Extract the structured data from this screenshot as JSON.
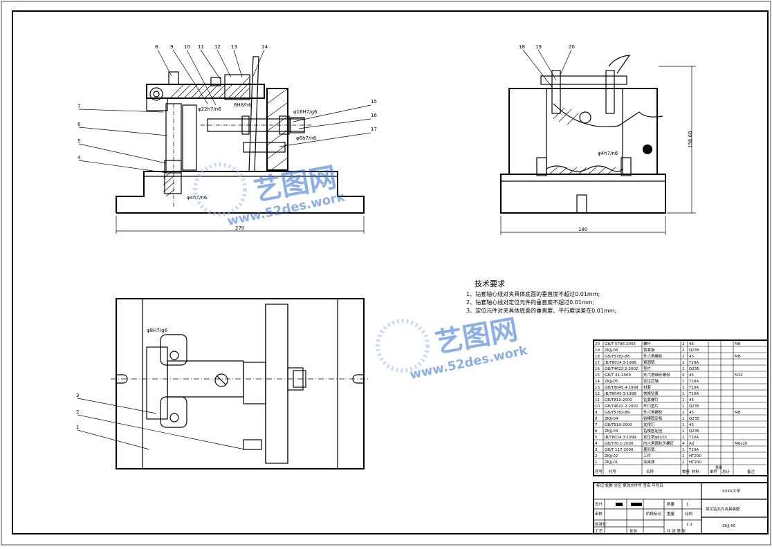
{
  "drawing": {
    "views": {
      "front": {
        "part_labels": [
          "8",
          "9",
          "10",
          "11",
          "12",
          "13",
          "14",
          "7",
          "6",
          "5",
          "4",
          "15",
          "16",
          "17"
        ],
        "dimensions": {
          "phi22": "φ22h7/n6",
          "phi16": "φ16H7/g6",
          "phi6": "φ6h7/n6",
          "phi4": "φ4h7/n6",
          "h8h7": "8H8/h6",
          "width": "270"
        }
      },
      "side": {
        "part_labels": [
          "18",
          "19",
          "20"
        ],
        "dimensions": {
          "phi4": "φ4h7/n6",
          "height": "156.68",
          "width": "180"
        }
      },
      "top": {
        "part_labels": [
          "3",
          "2",
          "1"
        ],
        "dimensions": {
          "phi8": "φ8H7/g6"
        }
      }
    },
    "technical_requirements": {
      "heading": "技术要求",
      "items": [
        "1、钻套轴心线对夹具体底面的垂直度不超过0.01mm;",
        "2、钻套轴心线对定位元件的垂直度不超过0.01mm;",
        "3、定位元件对夹具体底面的垂直度、平行度误差在0.01mm;"
      ]
    },
    "bom": [
      {
        "no": "20",
        "code": "GB/T 5796-2005",
        "name": "螺杆",
        "qty": "2",
        "material": "45",
        "note": "M8"
      },
      {
        "no": "19",
        "code": "ZKJJ-06",
        "name": "锁紧板",
        "qty": "2",
        "material": "Q235",
        "note": ""
      },
      {
        "no": "18",
        "code": "GB/T5782-86",
        "name": "外六角螺栓",
        "qty": "2",
        "material": "45",
        "note": "M8"
      },
      {
        "no": "17",
        "code": "JB/T8014.3-1999",
        "name": "紧固销",
        "qty": "1",
        "material": "T10A",
        "note": ""
      },
      {
        "no": "16",
        "code": "GB/T4622.2-2002",
        "name": "垫片",
        "qty": "1",
        "material": "Q235",
        "note": ""
      },
      {
        "no": "15",
        "code": "GB/T 41-2000",
        "name": "外六角细牙螺母",
        "qty": "2",
        "material": "45",
        "note": "M12"
      },
      {
        "no": "14",
        "code": "ZKJJ-05",
        "name": "定位芯轴",
        "qty": "1",
        "material": "T10A",
        "note": ""
      },
      {
        "no": "13",
        "code": "GB/T8045.4-1999",
        "name": "衬套",
        "qty": "1",
        "material": "T10A",
        "note": ""
      },
      {
        "no": "12",
        "code": "JB/T8045.3-1999",
        "name": "快换钻套",
        "qty": "1",
        "material": "T10A",
        "note": ""
      },
      {
        "no": "11",
        "code": "GB/T819-2000",
        "name": "钻套螺钉",
        "qty": "1",
        "material": "45",
        "note": ""
      },
      {
        "no": "10",
        "code": "GB/T4622.2-2002",
        "name": "开口垫片",
        "qty": "1",
        "material": "Q235",
        "note": ""
      },
      {
        "no": "9",
        "code": "GB/T5782-86",
        "name": "外六角螺栓",
        "qty": "1",
        "material": "45",
        "note": "M8"
      },
      {
        "no": "8",
        "code": "ZKJJ-04",
        "name": "钻模固定板",
        "qty": "1",
        "material": "Q235",
        "note": ""
      },
      {
        "no": "7",
        "code": "GB/T819-2000",
        "name": "支撑钉",
        "qty": "1",
        "material": "45",
        "note": ""
      },
      {
        "no": "6",
        "code": "ZKJJ-03",
        "name": "钻模固定座",
        "qty": "1",
        "material": "Q235",
        "note": ""
      },
      {
        "no": "5",
        "code": "JB/T8014.3-1999",
        "name": "定位销φ6x20",
        "qty": "2",
        "material": "T10A",
        "note": ""
      },
      {
        "no": "4",
        "code": "GB/T70.1-2000",
        "name": "内六角圆柱头螺钉",
        "qty": "4",
        "material": "A3",
        "note": "M6x20"
      },
      {
        "no": "3",
        "code": "GB/T 117-2000",
        "name": "菱形销",
        "qty": "1",
        "material": "T10A",
        "note": ""
      },
      {
        "no": "2",
        "code": "ZKJJ-02",
        "name": "工件",
        "qty": "1",
        "material": "HT200",
        "note": ""
      },
      {
        "no": "1",
        "code": "ZKJJ-01",
        "name": "夹具体",
        "qty": "1",
        "material": "HT200",
        "note": ""
      }
    ],
    "bom_header": {
      "no": "序号",
      "code": "代号",
      "name": "名称",
      "qty": "数量",
      "material": "材料",
      "weight_single": "单件",
      "weight_total": "总计",
      "weight": "重量",
      "note": "备注"
    },
    "title_block": {
      "school": "XXXX大学",
      "drawing_title": "拨叉钻孔孔夹具装配",
      "drawing_no": "ZKJJ-00",
      "qty_label": "数量",
      "qty_value": "1",
      "weight_label": "重量",
      "scale_label": "比例",
      "scale_value": "1:1",
      "stage_label": "阶段标记",
      "design_label": "设计",
      "check_label": "审核",
      "process_label": "工艺",
      "std_label": "标准化",
      "approve_label": "批准",
      "revision_header": "标记 处数 分区 更改文件号 签名 年月日",
      "sheets_label": "共 张 第 张"
    },
    "watermarks": [
      {
        "main": "艺图网",
        "url": "www.52des.work"
      },
      {
        "main": "艺图网",
        "url": "www.52des.work"
      }
    ],
    "colors": {
      "line": "#000000",
      "watermark": "#2f6fd0",
      "background": "#ffffff"
    }
  }
}
